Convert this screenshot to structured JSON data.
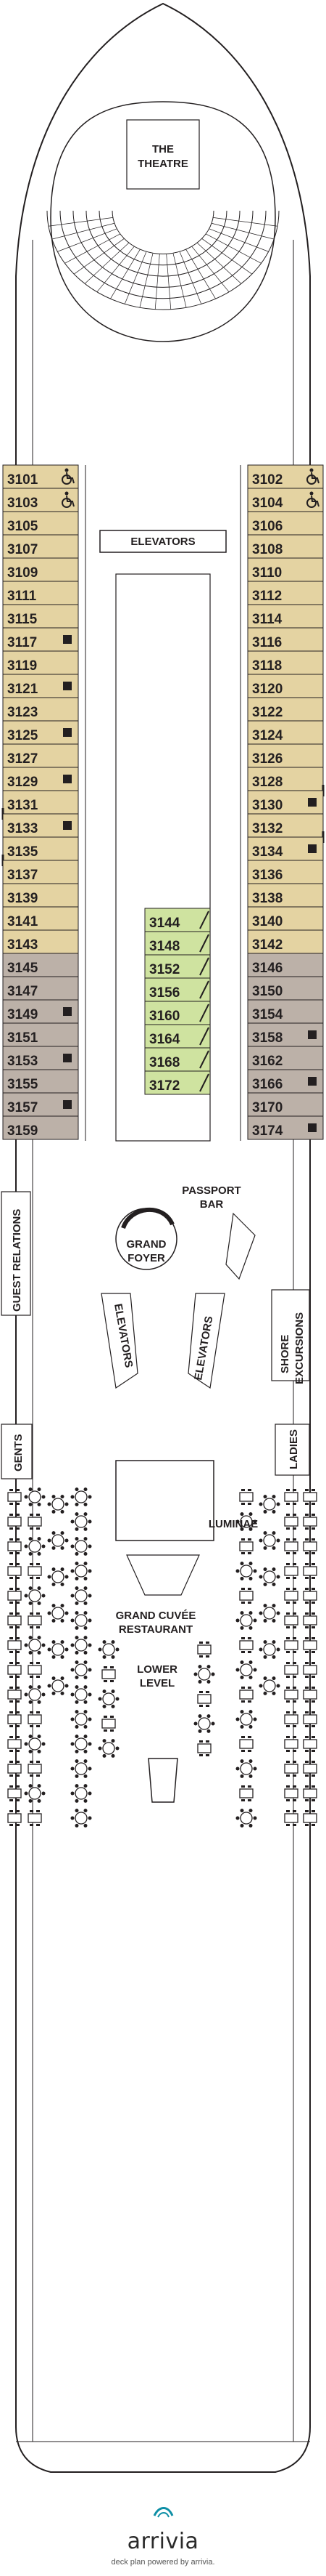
{
  "colors": {
    "hull_stroke": "#231f20",
    "cabin_tan": "#e4d3a2",
    "cabin_taupe": "#bcb1a8",
    "cabin_green": "#cfe3a0",
    "accent_brand": "#0e8fa6"
  },
  "areas": {
    "theatre": [
      "THE",
      "THEATRE"
    ],
    "elevators_top": "ELEVATORS",
    "guest_relations": "GUEST RELATIONS",
    "passport_bar": [
      "PASSPORT",
      "BAR"
    ],
    "grand_foyer": [
      "GRAND",
      "FOYER"
    ],
    "elevators_left": "ELEVATORS",
    "elevators_right": "ELEVATORS",
    "shore_excursions": [
      "SHORE",
      "EXCURSIONS"
    ],
    "gents": "GENTS",
    "ladies": "LADIES",
    "luminae": "LUMINAE",
    "restaurant": [
      "GRAND CUVÉE",
      "RESTAURANT"
    ],
    "lower_level": [
      "LOWER",
      "LEVEL"
    ]
  },
  "left_cabins": [
    {
      "num": "3101",
      "mark": "accessible",
      "tone": "tan"
    },
    {
      "num": "3103",
      "mark": "accessible",
      "tone": "tan"
    },
    {
      "num": "3105",
      "mark": "",
      "tone": "tan"
    },
    {
      "num": "3107",
      "mark": "",
      "tone": "tan"
    },
    {
      "num": "3109",
      "mark": "",
      "tone": "tan"
    },
    {
      "num": "3111",
      "mark": "",
      "tone": "tan"
    },
    {
      "num": "3115",
      "mark": "",
      "tone": "tan"
    },
    {
      "num": "3117",
      "mark": "square",
      "tone": "tan"
    },
    {
      "num": "3119",
      "mark": "",
      "tone": "tan"
    },
    {
      "num": "3121",
      "mark": "square",
      "tone": "tan"
    },
    {
      "num": "3123",
      "mark": "",
      "tone": "tan"
    },
    {
      "num": "3125",
      "mark": "square",
      "tone": "tan"
    },
    {
      "num": "3127",
      "mark": "",
      "tone": "tan"
    },
    {
      "num": "3129",
      "mark": "square",
      "tone": "tan"
    },
    {
      "num": "3131",
      "mark": "connect",
      "tone": "tan"
    },
    {
      "num": "3133",
      "mark": "square",
      "tone": "tan"
    },
    {
      "num": "3135",
      "mark": "connect",
      "tone": "tan"
    },
    {
      "num": "3137",
      "mark": "",
      "tone": "tan"
    },
    {
      "num": "3139",
      "mark": "",
      "tone": "tan"
    },
    {
      "num": "3141",
      "mark": "",
      "tone": "tan"
    },
    {
      "num": "3143",
      "mark": "",
      "tone": "tan"
    },
    {
      "num": "3145",
      "mark": "",
      "tone": "taupe"
    },
    {
      "num": "3147",
      "mark": "",
      "tone": "taupe"
    },
    {
      "num": "3149",
      "mark": "square",
      "tone": "taupe"
    },
    {
      "num": "3151",
      "mark": "",
      "tone": "taupe"
    },
    {
      "num": "3153",
      "mark": "square",
      "tone": "taupe"
    },
    {
      "num": "3155",
      "mark": "",
      "tone": "taupe"
    },
    {
      "num": "3157",
      "mark": "square",
      "tone": "taupe"
    },
    {
      "num": "3159",
      "mark": "",
      "tone": "taupe"
    }
  ],
  "right_cabins": [
    {
      "num": "3102",
      "mark": "accessible",
      "tone": "tan"
    },
    {
      "num": "3104",
      "mark": "accessible",
      "tone": "tan"
    },
    {
      "num": "3106",
      "mark": "",
      "tone": "tan"
    },
    {
      "num": "3108",
      "mark": "",
      "tone": "tan"
    },
    {
      "num": "3110",
      "mark": "",
      "tone": "tan"
    },
    {
      "num": "3112",
      "mark": "",
      "tone": "tan"
    },
    {
      "num": "3114",
      "mark": "",
      "tone": "tan"
    },
    {
      "num": "3116",
      "mark": "",
      "tone": "tan"
    },
    {
      "num": "3118",
      "mark": "",
      "tone": "tan"
    },
    {
      "num": "3120",
      "mark": "",
      "tone": "tan"
    },
    {
      "num": "3122",
      "mark": "",
      "tone": "tan"
    },
    {
      "num": "3124",
      "mark": "",
      "tone": "tan"
    },
    {
      "num": "3126",
      "mark": "",
      "tone": "tan"
    },
    {
      "num": "3128",
      "mark": "connect",
      "tone": "tan"
    },
    {
      "num": "3130",
      "mark": "square",
      "tone": "tan"
    },
    {
      "num": "3132",
      "mark": "connect",
      "tone": "tan"
    },
    {
      "num": "3134",
      "mark": "square",
      "tone": "tan"
    },
    {
      "num": "3136",
      "mark": "",
      "tone": "tan"
    },
    {
      "num": "3138",
      "mark": "",
      "tone": "tan"
    },
    {
      "num": "3140",
      "mark": "",
      "tone": "tan"
    },
    {
      "num": "3142",
      "mark": "",
      "tone": "tan"
    },
    {
      "num": "3146",
      "mark": "",
      "tone": "taupe"
    },
    {
      "num": "3150",
      "mark": "",
      "tone": "taupe"
    },
    {
      "num": "3154",
      "mark": "",
      "tone": "taupe"
    },
    {
      "num": "3158",
      "mark": "square",
      "tone": "taupe"
    },
    {
      "num": "3162",
      "mark": "",
      "tone": "taupe"
    },
    {
      "num": "3166",
      "mark": "square",
      "tone": "taupe"
    },
    {
      "num": "3170",
      "mark": "",
      "tone": "taupe"
    },
    {
      "num": "3174",
      "mark": "square",
      "tone": "taupe"
    }
  ],
  "inner_cabins": [
    {
      "num": "3144",
      "mark": "diagonal",
      "tone": "green"
    },
    {
      "num": "3148",
      "mark": "diagonal",
      "tone": "green"
    },
    {
      "num": "3152",
      "mark": "diagonal",
      "tone": "green"
    },
    {
      "num": "3156",
      "mark": "diagonal",
      "tone": "green"
    },
    {
      "num": "3160",
      "mark": "diagonal",
      "tone": "green"
    },
    {
      "num": "3164",
      "mark": "diagonal",
      "tone": "green"
    },
    {
      "num": "3168",
      "mark": "diagonal",
      "tone": "green"
    },
    {
      "num": "3172",
      "mark": "diagonal",
      "tone": "green"
    }
  ],
  "footer": {
    "brand": "arrivia",
    "tagline": "deck plan powered by arrivia."
  }
}
